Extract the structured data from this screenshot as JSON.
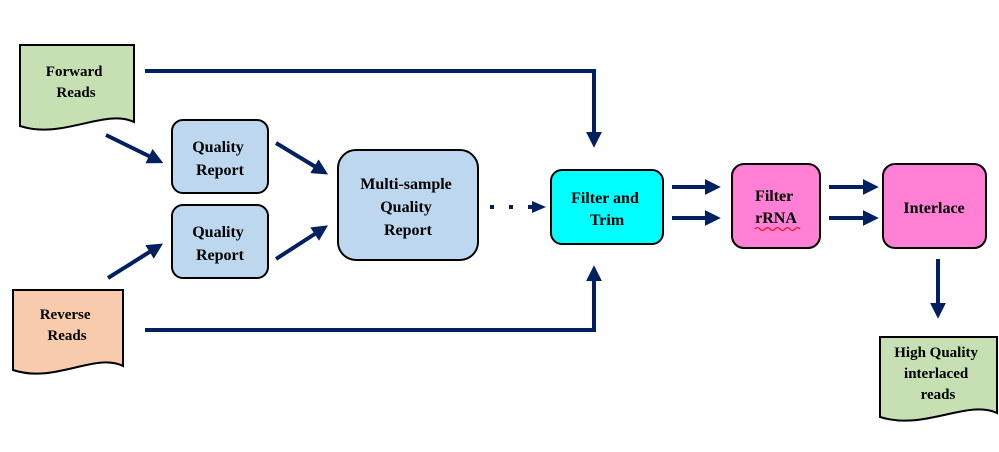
{
  "nodes": {
    "forward_reads": {
      "lines": [
        "Forward",
        "Reads"
      ],
      "color": "#c6e0b4"
    },
    "reverse_reads": {
      "lines": [
        "Reverse",
        "Reads"
      ],
      "color": "#f8cbad"
    },
    "quality_report_1": {
      "lines": [
        "Quality",
        "Report"
      ],
      "color": "#bdd7ee"
    },
    "quality_report_2": {
      "lines": [
        "Quality",
        "Report"
      ],
      "color": "#bdd7ee"
    },
    "multi_sample_report": {
      "lines": [
        "Multi-sample",
        "Quality",
        "Report"
      ],
      "color": "#bdd7ee"
    },
    "filter_trim": {
      "lines": [
        "Filter and",
        "Trim"
      ],
      "color": "#00ffff"
    },
    "filter_rrna": {
      "lines": [
        "Filter",
        "rRNA"
      ],
      "color": "#ff80d5"
    },
    "interlace": {
      "lines": [
        "Interlace"
      ],
      "color": "#ff80d5"
    },
    "high_quality_reads": {
      "lines": [
        "High Quality",
        "interlaced",
        "reads"
      ],
      "color": "#c6e0b4"
    }
  },
  "colors": {
    "arrow": "#002060",
    "spellcheck_underline": "#ff0000"
  }
}
